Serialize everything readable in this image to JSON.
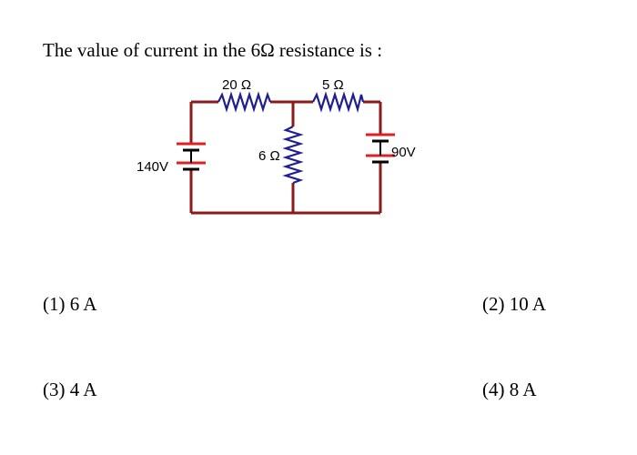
{
  "question": "The value of current in the 6Ω resistance is :",
  "circuit": {
    "r_top_left_label": "20 Ω",
    "r_top_right_label": "5 Ω",
    "r_middle_label": "6 Ω",
    "battery_left_label": "140V",
    "battery_right_label": "90V",
    "colors": {
      "wire": "#8b1a1a",
      "resistor": "#1f1f8f",
      "battery_plus": "#e02020",
      "battery_minus": "#000000"
    }
  },
  "options": [
    {
      "label": "(1) 6 A"
    },
    {
      "label": "(2) 10 A"
    },
    {
      "label": "(3)  4 A"
    },
    {
      "label": "(4) 8 A"
    }
  ]
}
